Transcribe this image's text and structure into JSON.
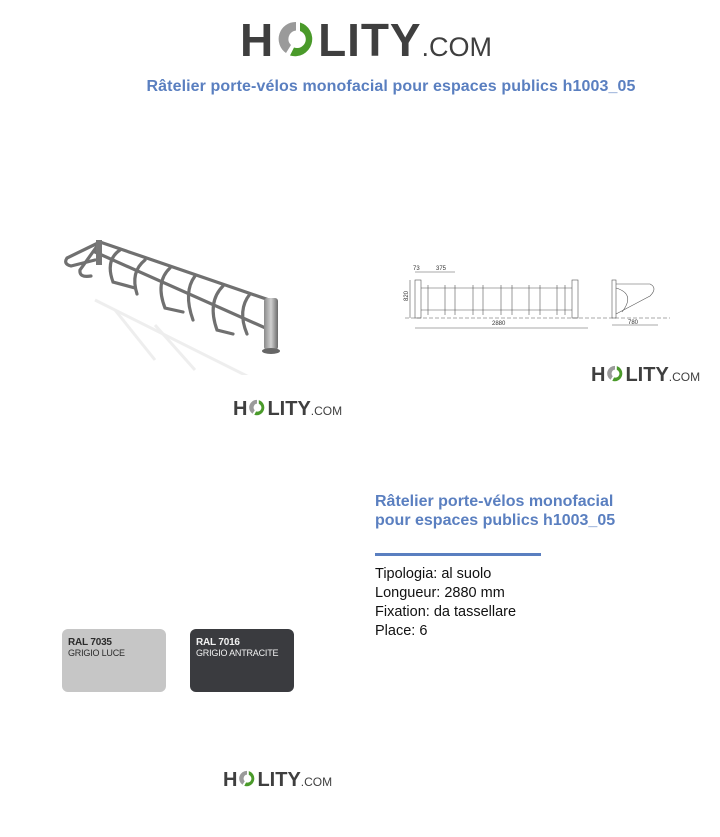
{
  "brand": {
    "left": "H",
    "right": "LITY",
    "suffix": ".COM",
    "colors": {
      "text": "#3f3f3f",
      "ring_gray": "#9a9a9a",
      "ring_green": "#4a9a2a"
    }
  },
  "header": {
    "title": "Râtelier porte-vélos monofacial pour espaces publics h1003_05"
  },
  "drawing": {
    "dimensions": {
      "end_spacing": "73",
      "spacing": "375",
      "height": "820",
      "length": "2880",
      "depth": "780"
    }
  },
  "product": {
    "title": "Râtelier porte-vélos monofacial pour espaces publics h1003_05",
    "specs": [
      "Tipologia: al suolo",
      "Longueur: 2880 mm",
      "Fixation: da tassellare",
      "Place: 6"
    ]
  },
  "colors": [
    {
      "code": "RAL 7035",
      "name": "GRIGIO LUCE",
      "hex": "#c6c6c6"
    },
    {
      "code": "RAL 7016",
      "name": "GRIGIO ANTRACITE",
      "hex": "#3a3b3f"
    }
  ],
  "accent_color": "#5a7fc0"
}
